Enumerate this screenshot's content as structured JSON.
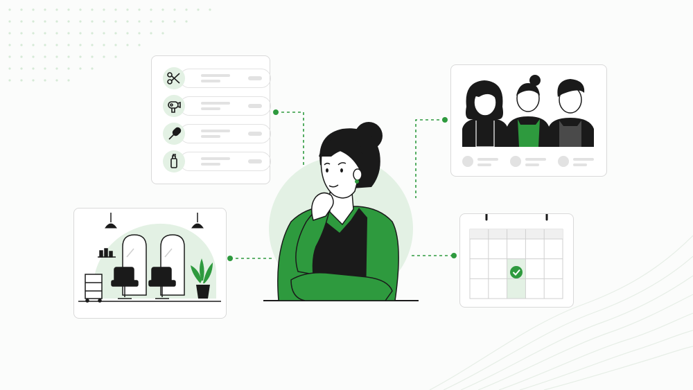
{
  "illustration": {
    "subject": "salon-worker",
    "colors": {
      "accent": "#2e9a3e",
      "accent_light": "#e3f1e4",
      "ink": "#1a1a1a",
      "card_border": "#d9d9d9",
      "placeholder": "#e2e2e2"
    },
    "services": [
      {
        "icon": "scissors-icon"
      },
      {
        "icon": "hair-dryer-icon"
      },
      {
        "icon": "hair-brush-icon"
      },
      {
        "icon": "product-bottle-icon"
      }
    ],
    "team_size": 3,
    "calendar_checked_cell": {
      "row": 2,
      "col": 2
    }
  }
}
